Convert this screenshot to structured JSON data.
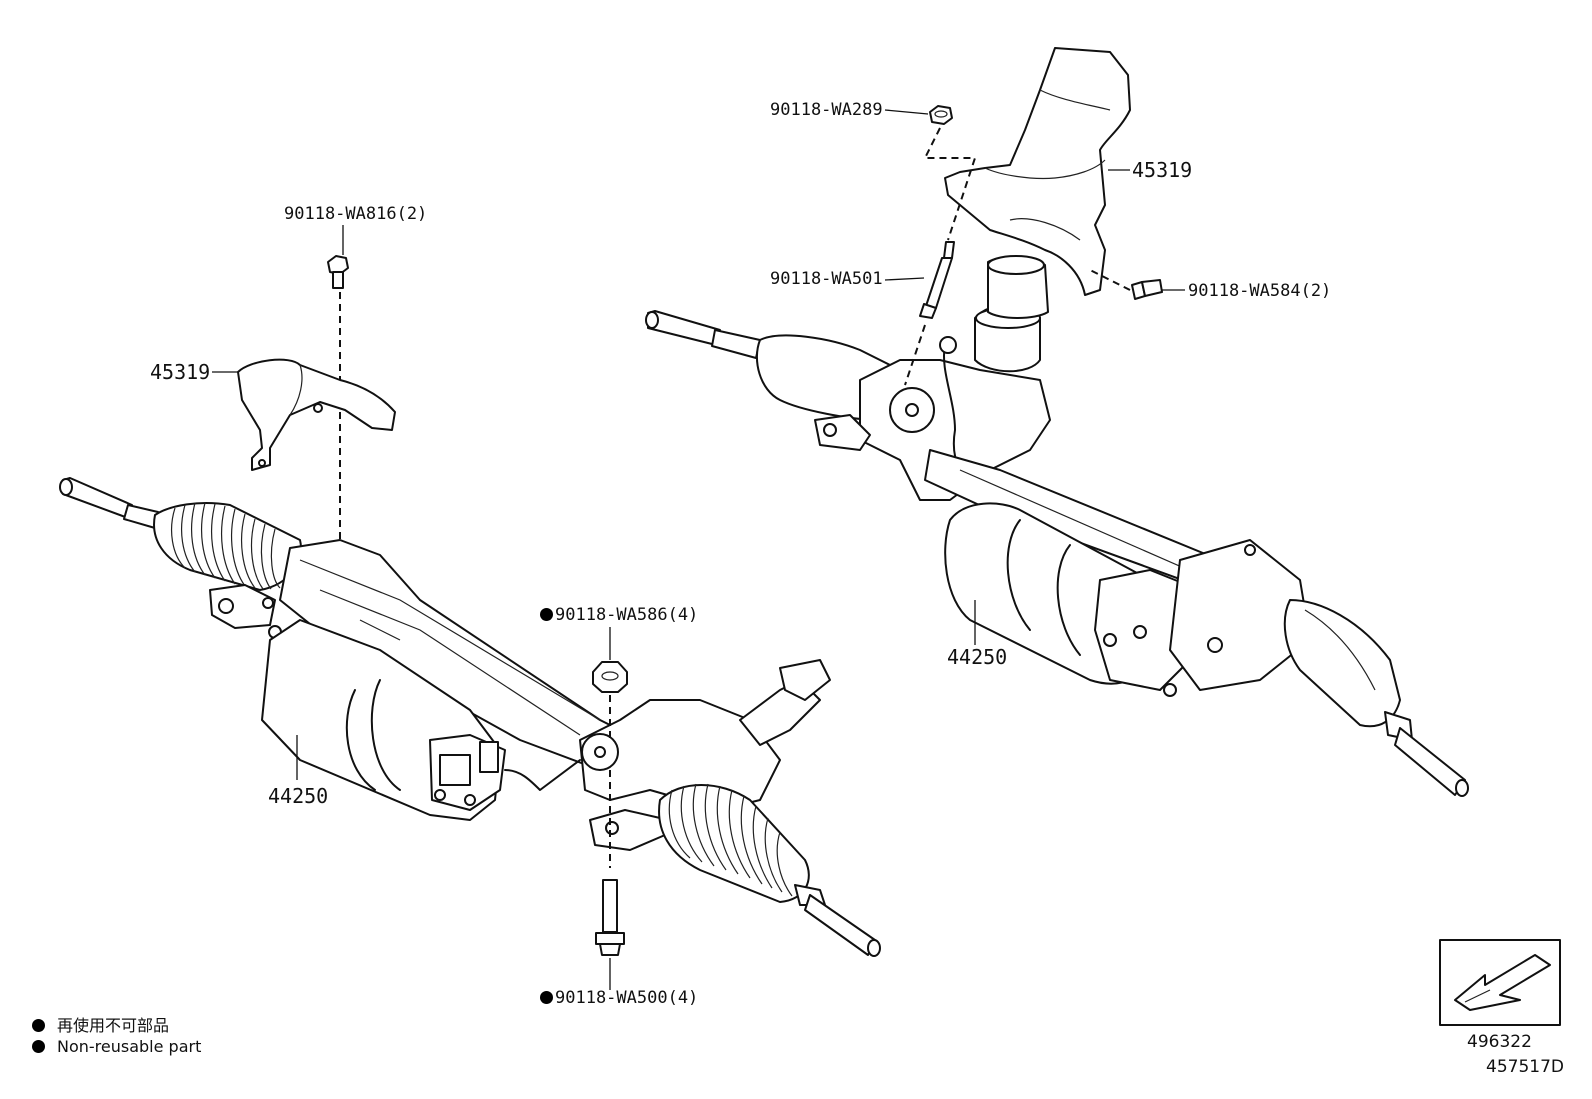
{
  "diagram": {
    "left_assembly": {
      "bolt_top_label": "90118-WA816(2)",
      "bracket_label": "45319",
      "gear_label": "44250",
      "nut_label": "90118-WA586(4)",
      "bolt_bottom_label": "90118-WA500(4)"
    },
    "right_assembly": {
      "bolt_top_label": "90118-WA289",
      "cover_label": "45319",
      "stud_label": "90118-WA501",
      "bolt_side_label": "90118-WA584(2)",
      "gear_label": "44250"
    }
  },
  "legend": {
    "japanese": "再使用不可部品",
    "english": "Non-reusable part"
  },
  "footer": {
    "illustration_number": "496322",
    "figure_code": "457517D"
  }
}
